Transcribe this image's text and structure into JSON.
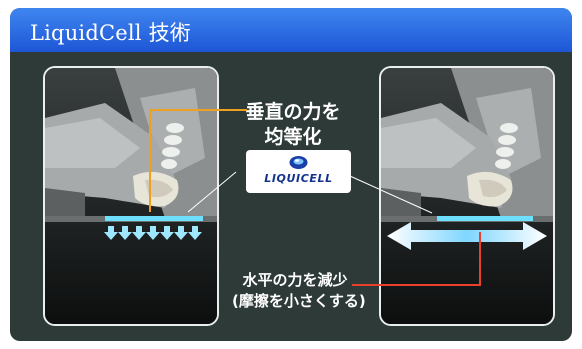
{
  "header": {
    "title": "LiquidCell 技術"
  },
  "callouts": {
    "vertical_line1": "垂直の力を",
    "vertical_line2": "均等化",
    "horizontal_line1": "水平の力を減少",
    "horizontal_line2": "(摩擦を小さくする)"
  },
  "logo": {
    "text": "LIQUICELL"
  },
  "colors": {
    "header_blue": "#2a6ae6",
    "background": "#2d3a38",
    "callout_orange": "#f0a020",
    "callout_red": "#e8402a",
    "pad_cyan": "#5fd8ff"
  }
}
